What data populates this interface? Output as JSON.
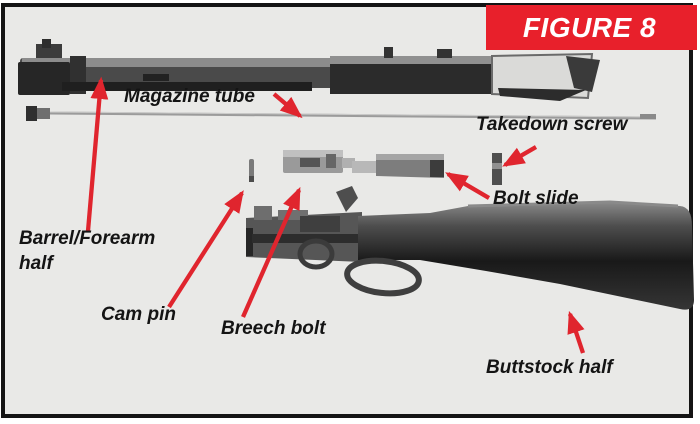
{
  "figure": {
    "title": "FIGURE 8",
    "accent_red": "#e8202b",
    "frame_border_color": "#141414",
    "photo_background": "#e9e9e7",
    "label_color": "#141414"
  },
  "callouts": [
    {
      "id": "magazine-tube",
      "label": "Magazine tube"
    },
    {
      "id": "takedown-screw",
      "label": "Takedown screw"
    },
    {
      "id": "bolt-slide",
      "label": "Bolt slide"
    },
    {
      "id": "barrel-forearm-half",
      "label": "Barrel/Forearm half"
    },
    {
      "id": "cam-pin",
      "label": "Cam pin"
    },
    {
      "id": "breech-bolt",
      "label": "Breech bolt"
    },
    {
      "id": "buttstock-half",
      "label": "Buttstock half"
    }
  ]
}
